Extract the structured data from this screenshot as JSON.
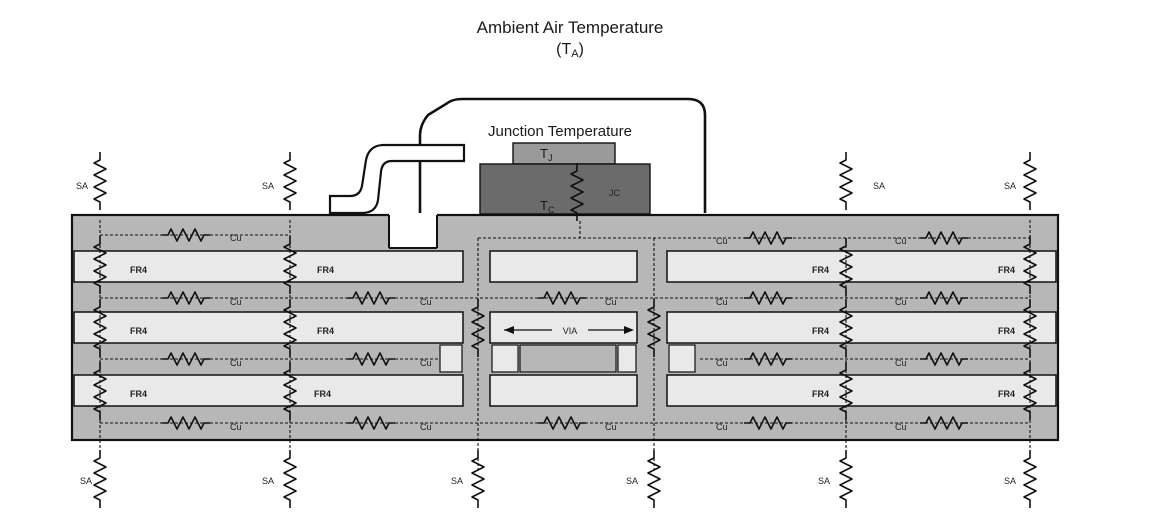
{
  "title": {
    "line1": "Ambient Air Temperature",
    "line2_main": "(T",
    "line2_sub": "A",
    "line2_end": ")"
  },
  "package": {
    "junction_label": "Junction Temperature",
    "tj_main": "T",
    "tj_sub": "J",
    "tc_main": "T",
    "tc_sub": "C",
    "jc_label": "JC"
  },
  "labels": {
    "sa": "SA",
    "cu": "Cu",
    "fr4": "FR4",
    "via": "VIA"
  },
  "colors": {
    "copper_layer": "#b7b7b7",
    "fr4_layer": "#e9e9e9",
    "die": "#6b6b6b",
    "lead": "#ffffff",
    "outline": "#111111"
  }
}
